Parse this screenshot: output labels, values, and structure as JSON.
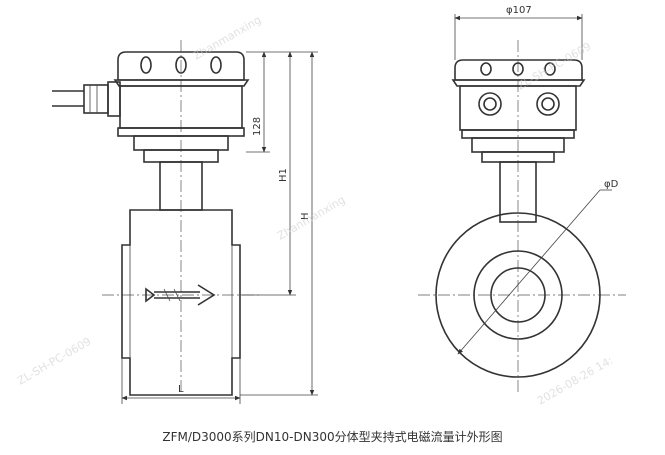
{
  "caption": "ZFM/D3000系列DN10-DN300分体型夹持式电磁流量计外形图",
  "dimensions": {
    "width_107": "φ107",
    "diameter_D": "φD",
    "head_height": "128",
    "h1": "H1",
    "h": "H",
    "length": "L"
  },
  "watermark": {
    "text_a": "ZL-SH-PC-0609",
    "text_b": "2026-08-26 14:",
    "text_c": "Zhanmanxing"
  }
}
